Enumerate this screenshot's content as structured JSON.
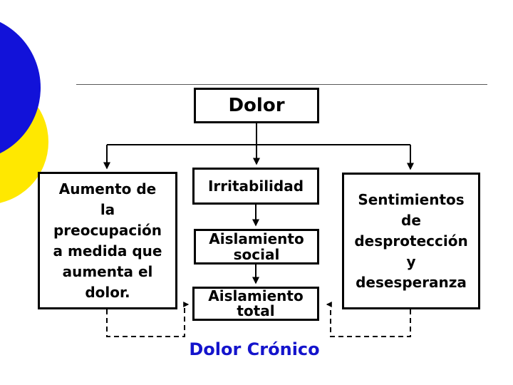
{
  "colors": {
    "background": "#ffffff",
    "decor_blue": "#1212d9",
    "decor_yellow": "#ffe800",
    "box_border": "#000000",
    "box_fill": "#ffffff",
    "text": "#000000",
    "caption_blue": "#1414cc",
    "rule_gray": "#595959"
  },
  "diagram": {
    "root": {
      "label": "Dolor"
    },
    "left_box": {
      "text": "Aumento de la preocupación a medida que aumenta el dolor.",
      "lines": [
        "Aumento de",
        "la",
        "preocupación",
        "a medida que",
        "aumenta el",
        "dolor."
      ]
    },
    "middle_boxes": {
      "irritabilidad": {
        "label": "Irritabilidad"
      },
      "aislamiento_social": {
        "text": "Aislamiento social",
        "lines": [
          "Aislamiento",
          "social"
        ]
      },
      "aislamiento_total": {
        "text": "Aislamiento total",
        "lines": [
          "Aislamiento",
          "total"
        ]
      }
    },
    "right_box": {
      "text": "Sentimientos de desprotección y desesperanza",
      "lines": [
        "Sentimientos",
        "de",
        "desprotección",
        "y",
        "desesperanza"
      ]
    },
    "caption": {
      "label": "Dolor Crónico"
    }
  }
}
